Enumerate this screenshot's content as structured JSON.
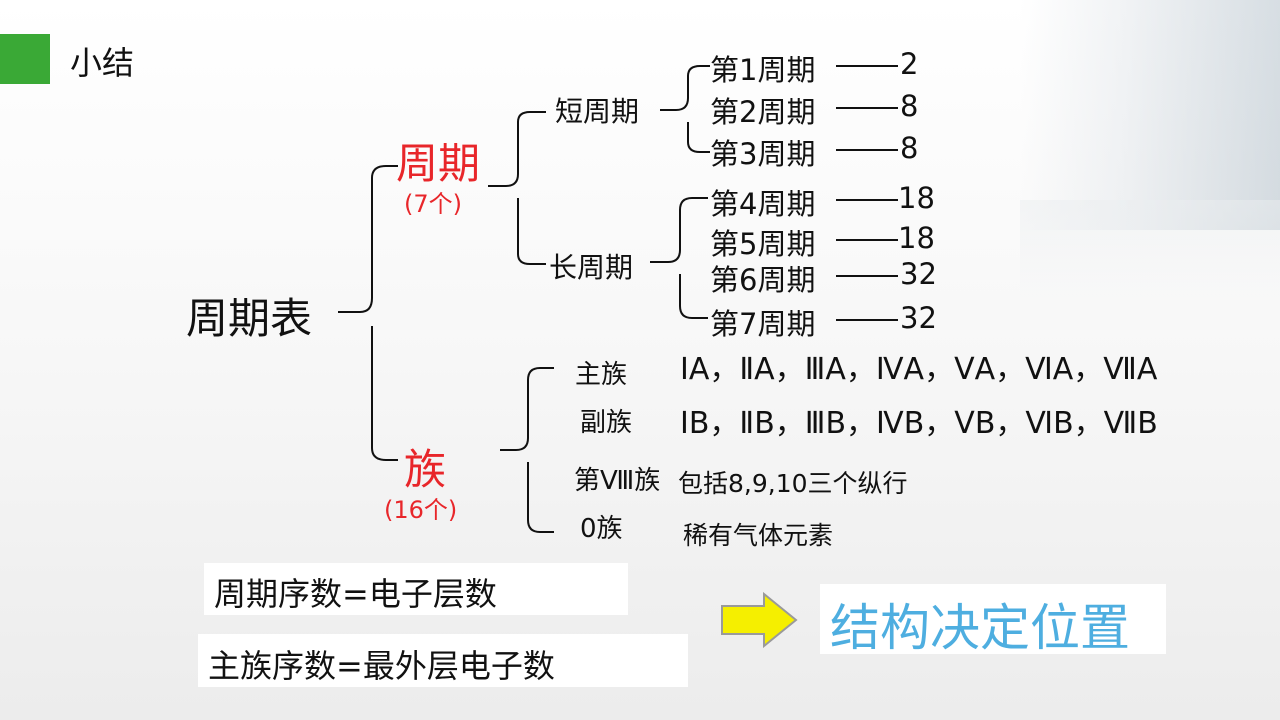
{
  "title": "小结",
  "root": "周期表",
  "period_branch": {
    "label": "周期",
    "count": "(7个)"
  },
  "group_branch": {
    "label": "族",
    "count": "(16个)"
  },
  "short_period": "短周期",
  "long_period": "长周期",
  "periods": [
    {
      "label": "第1周期",
      "value": "2"
    },
    {
      "label": "第2周期",
      "value": "8"
    },
    {
      "label": "第3周期",
      "value": "8"
    },
    {
      "label": "第4周期",
      "value": "18"
    },
    {
      "label": "第5周期",
      "value": "18"
    },
    {
      "label": "第6周期",
      "value": "32"
    },
    {
      "label": "第7周期",
      "value": "32"
    }
  ],
  "groups": [
    {
      "label": "主族",
      "value": "ⅠA，ⅡA，ⅢA，ⅣA，ⅤA，ⅥA，ⅦA"
    },
    {
      "label": "副族",
      "value": "ⅠB，ⅡB，ⅢB，ⅣB，ⅤB，ⅥB，ⅦB"
    },
    {
      "label": "第Ⅷ族",
      "value": "包括8,9,10三个纵行"
    },
    {
      "label": "0族",
      "value": "稀有气体元素"
    }
  ],
  "rule1": "周期序数=电子层数",
  "rule2": "主族序数=最外层电子数",
  "conclusion": "结构决定位置",
  "colors": {
    "accent": "#3aa936",
    "red": "#e8262a",
    "blue": "#4eaee0",
    "arrow": "#f5ef00"
  }
}
